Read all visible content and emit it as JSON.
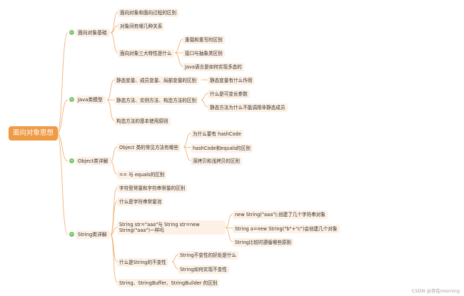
{
  "root": "面向对象思想",
  "branches": [
    {
      "id": "oop",
      "label": "面向对象基础",
      "children": [
        {
          "label": "面向对象和面向过程的区别"
        },
        {
          "label": "对象间有哪几种关系"
        },
        {
          "label": "面向对象三大特性是什么",
          "children": [
            "重载和重写的区别",
            "接口与抽象类区别",
            "Java语言是如何实现多态的"
          ]
        }
      ]
    },
    {
      "id": "classmodel",
      "label": "Java类模型",
      "children": [
        {
          "label": "静态变量、成员变量、局部变量的区别",
          "children": [
            "静态变量有什么作用"
          ]
        },
        {
          "label": "静态方法、实例方法、构造方法的区别",
          "children": [
            "什么是可变长参数",
            "静态方法为什么不能调用非静态成员"
          ]
        },
        {
          "label": "构造方法的基本使用原则"
        }
      ]
    },
    {
      "id": "object",
      "label": "Object类详解",
      "children": [
        {
          "label": "Object 类的常见方法有哪些",
          "children": [
            "为什么要有 hashCode",
            "hashCode和equals的区别",
            "深拷贝和浅拷贝的区别"
          ]
        },
        {
          "label": "== 与 equals的区别"
        }
      ]
    },
    {
      "id": "string",
      "label": "String类详解",
      "children": [
        {
          "label": "字符型常量和字符串常量的区别"
        },
        {
          "label": "什么是字符串常量池"
        },
        {
          "label": "String str=\"aaa\"与 String str=new String(\"aaa\")一样吗",
          "children": [
            "new String(\"aaa\");创建了几个字符串对象",
            "String a=new String(\"b\"+\"c\")会创建几个对象",
            "String比较时遵循哪些原则"
          ]
        },
        {
          "label": "什么是String的不变性",
          "children": [
            "String不变性的好处是什么",
            "String如何实现不变性"
          ]
        },
        {
          "label": "String、StringBuffer、StringBuilder 的区别"
        }
      ]
    }
  ],
  "watermark": "CSDN @存在morning",
  "colors": {
    "root": "#ef9a45",
    "node": "#fdf0e4",
    "line": "#f0b27a",
    "bullet": "#7cc56a"
  }
}
